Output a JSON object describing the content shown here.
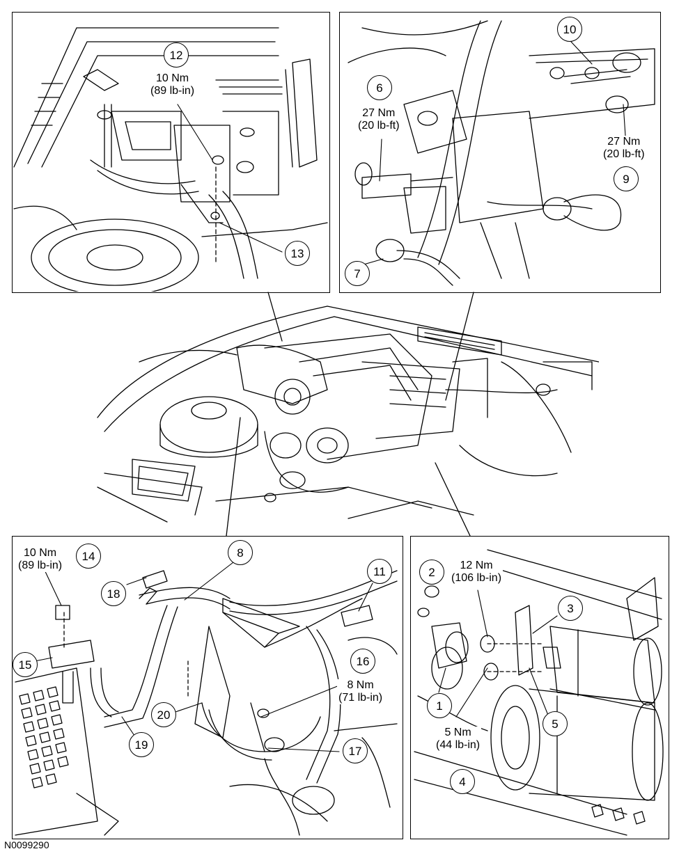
{
  "figure_id": "N0099290",
  "panels": {
    "top_left": {
      "callouts": [
        "12",
        "13"
      ],
      "torque": {
        "nm": "10 Nm",
        "imperial": "(89 lb-in)"
      }
    },
    "top_right": {
      "callouts": [
        "6",
        "7",
        "10",
        "9"
      ],
      "torque_a": {
        "nm": "27 Nm",
        "imperial": "(20 lb-ft)"
      },
      "torque_b": {
        "nm": "27 Nm",
        "imperial": "(20 lb-ft)"
      }
    },
    "bottom_left": {
      "callouts": [
        "14",
        "8",
        "18",
        "11",
        "15",
        "16",
        "20",
        "19",
        "17"
      ],
      "torque_a": {
        "nm": "10 Nm",
        "imperial": "(89 lb-in)"
      },
      "torque_b": {
        "nm": "8 Nm",
        "imperial": "(71 lb-in)"
      }
    },
    "bottom_right": {
      "callouts": [
        "2",
        "3",
        "1",
        "5",
        "4"
      ],
      "torque_a": {
        "nm": "12 Nm",
        "imperial": "(106 lb-in)"
      },
      "torque_b": {
        "nm": "5 Nm",
        "imperial": "(44 lb-in)"
      }
    }
  }
}
